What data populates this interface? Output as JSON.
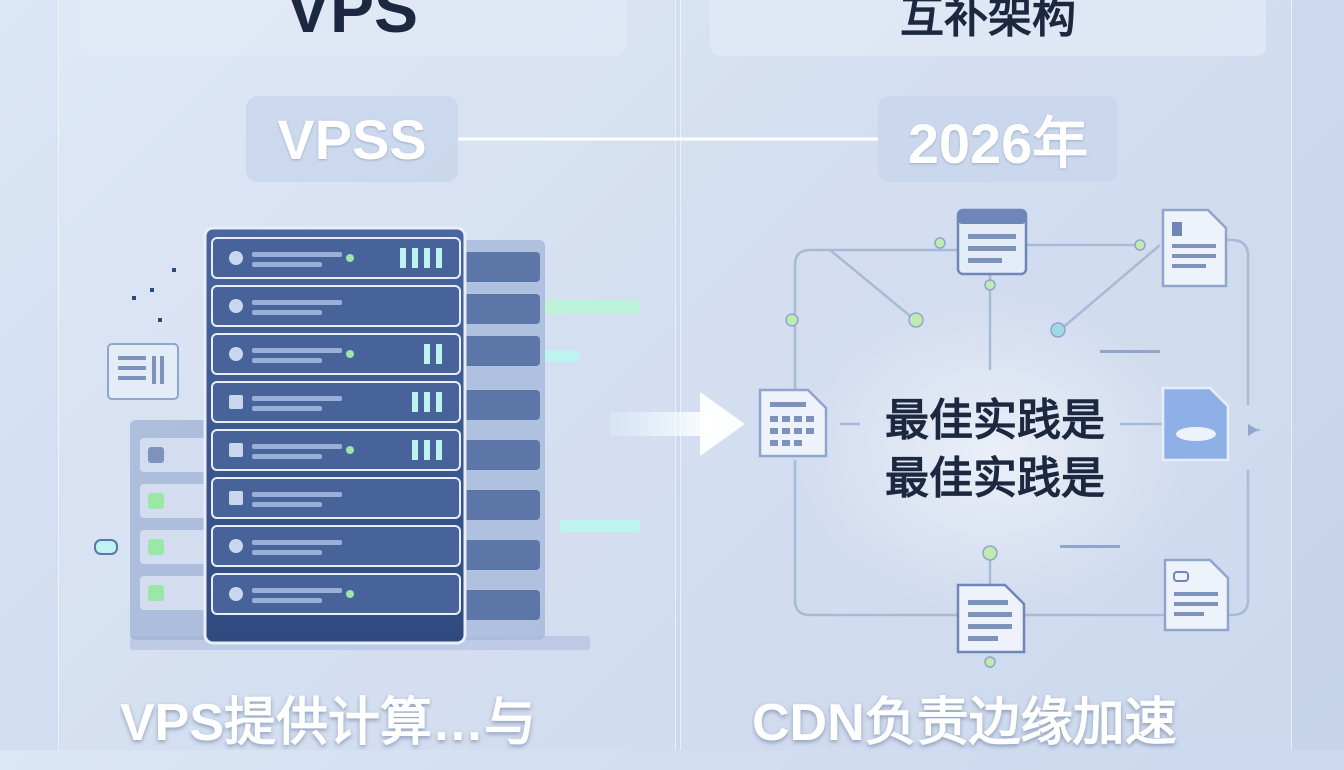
{
  "header": {
    "left_title": "VPS",
    "right_title": "互补架构"
  },
  "tags": {
    "left": "VPSS",
    "right": "2026年"
  },
  "center": {
    "line1": "最佳实践是",
    "line2": "最佳实践是"
  },
  "captions": {
    "left": "VPS提供计算…与",
    "right": "CDN负责边缘加速"
  },
  "colors": {
    "background": "#cfdbef",
    "server_dark": "#3f5a8c",
    "server_frame": "#e8eef9",
    "accent_green": "#9be7a8",
    "accent_cyan": "#bdf3f0",
    "node_line": "#a7bad8",
    "node_dot_green": "#bfeab0"
  },
  "icons": {
    "server_rack": "server-rack-icon",
    "arrow": "arrow-right-icon",
    "document": "document-icon",
    "window": "browser-window-icon"
  }
}
